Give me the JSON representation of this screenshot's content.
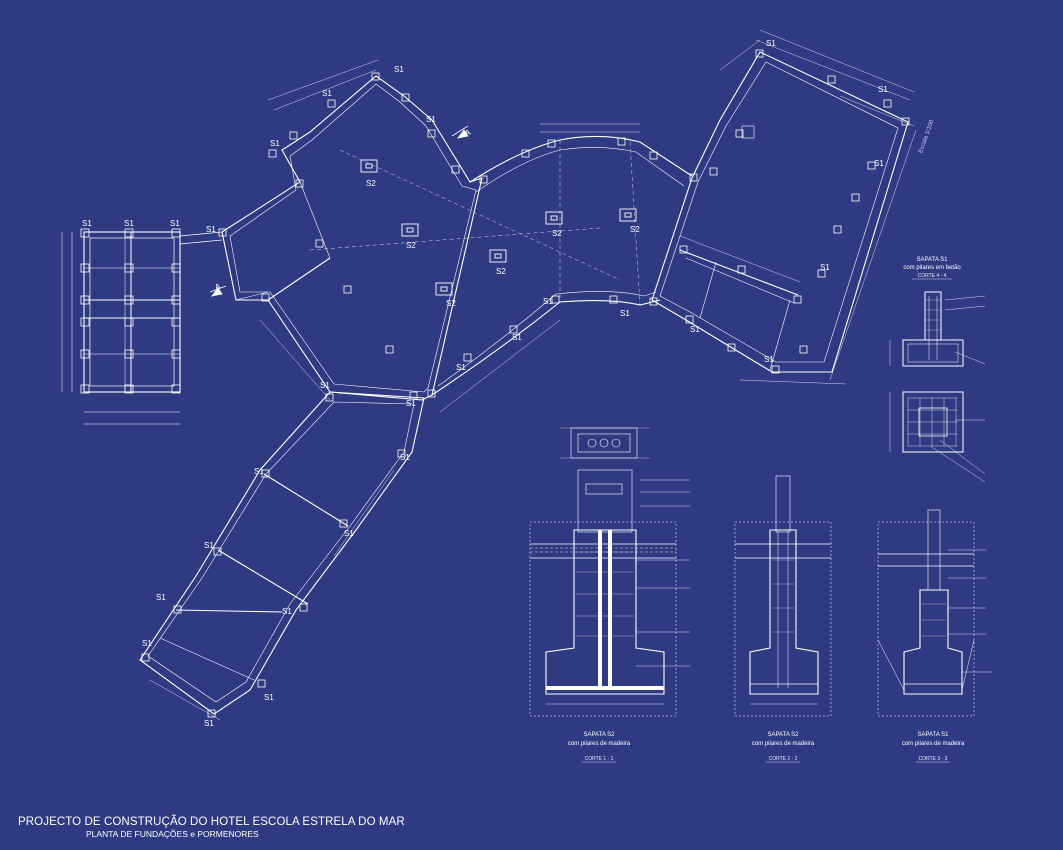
{
  "title": {
    "line1": "PROJECTO DE CONSTRUÇÃO DO  HOTEL ESCOLA ESTRELA DO MAR",
    "line2": "PLANTA DE FUNDAÇÕES e PORMENORES"
  },
  "scale_note": "Escala 1/100",
  "footing_labels": {
    "s1": "S1",
    "s2": "S2"
  },
  "section_marks": {
    "a": "A"
  },
  "details": {
    "s1_concrete": {
      "title": "SAPATA S1",
      "subtitle": "com pilares em  betão",
      "cut": "CORTE 4 - 4"
    },
    "s2_timber_1": {
      "title": "SAPATA S2",
      "subtitle": "com pilares de madeira",
      "cut": "CORTE 1 - 1"
    },
    "s2_timber_2": {
      "title": "SAPATA S2",
      "subtitle": "com pilares de madeira",
      "cut": "CORTE 2 - 2"
    },
    "s1_timber": {
      "title": "SAPATA S1",
      "subtitle": "com pilares de madeira",
      "cut": "CORTE 3 - 3"
    }
  },
  "colors": {
    "background": "#2e3a82",
    "lines": "#ffffff"
  }
}
